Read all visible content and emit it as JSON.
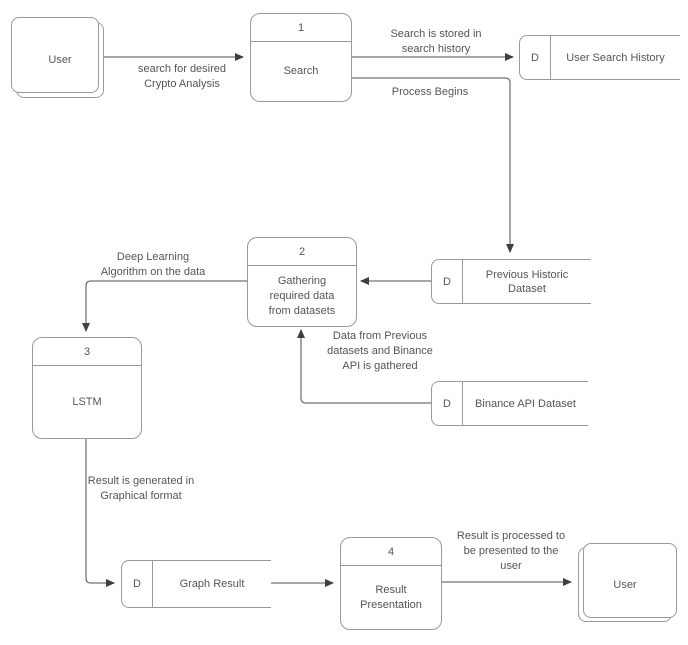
{
  "entities": {
    "user_top": {
      "label": "User"
    },
    "user_bottom": {
      "label": "User"
    }
  },
  "processes": {
    "p1": {
      "number": "1",
      "label": "Search"
    },
    "p2": {
      "number": "2",
      "label": "Gathering\nrequired data\nfrom datasets"
    },
    "p3": {
      "number": "3",
      "label": "LSTM"
    },
    "p4": {
      "number": "4",
      "label": "Result\nPresentation"
    }
  },
  "datastores": {
    "search_history": {
      "prefix": "D",
      "label": "User Search History"
    },
    "previous_historic": {
      "prefix": "D",
      "label": "Previous Historic\nDataset"
    },
    "binance": {
      "prefix": "D",
      "label": "Binance API Dataset"
    },
    "graph_result": {
      "prefix": "D",
      "label": "Graph Result"
    }
  },
  "flows": {
    "search_request": {
      "label": "search for desired\nCrypto Analysis"
    },
    "store_search": {
      "label": "Search is stored in\nsearch history"
    },
    "process_begins": {
      "label": "Process Begins"
    },
    "deep_learning": {
      "label": "Deep Learning\nAlgorithm on the data"
    },
    "data_gathered": {
      "label": "Data from Previous\ndatasets and Binance\nAPI is gathered"
    },
    "result_graphical": {
      "label": "Result is generated in\nGraphical format"
    },
    "result_processed": {
      "label": "Result is processed to\nbe presented to the\nuser"
    }
  },
  "colors": {
    "shape_border": "#9a9a9a",
    "connector": "#757575",
    "arrowhead": "#3f3f3f",
    "text": "#555555",
    "background": "#ffffff"
  }
}
